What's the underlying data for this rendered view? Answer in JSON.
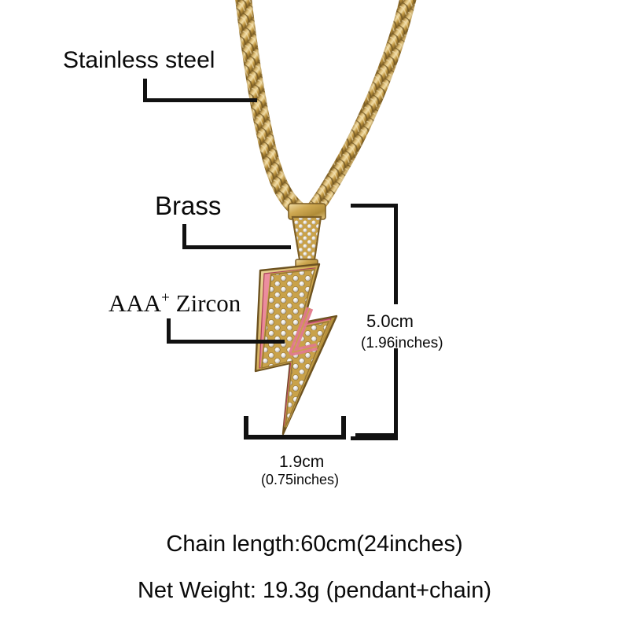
{
  "product": {
    "type": "lightning-bolt pendant necklace",
    "colors": {
      "gold_light": "#e2c47d",
      "gold_mid": "#c9a24a",
      "gold_dark": "#8a6a2a",
      "enamel_pink": "#e07a8c",
      "enamel_pink_dark": "#c9566e",
      "stone_white": "#f2f0ee",
      "ink": "#111111",
      "background": "#ffffff"
    }
  },
  "callouts": [
    {
      "id": "stainless-steel",
      "label": "Stainless steel",
      "points_to": "chain"
    },
    {
      "id": "brass",
      "label": "Brass",
      "points_to": "bail"
    },
    {
      "id": "zircon",
      "label": "AAA",
      "sup": "+",
      "label_tail": " Zircon",
      "points_to": "pave-stones"
    }
  ],
  "dimensions": {
    "height": {
      "cm": "5.0cm",
      "inches": "(1.96inches)"
    },
    "width": {
      "cm": "1.9cm",
      "inches": "(0.75inches)"
    }
  },
  "specs": {
    "chain_length": "Chain length:60cm(24inches)",
    "net_weight": "Net Weight: 19.3g (pendant+chain)"
  }
}
